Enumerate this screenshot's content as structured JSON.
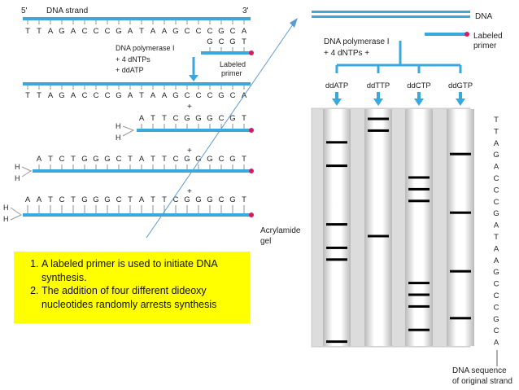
{
  "template": {
    "strand_label": "DNA strand",
    "five_prime": "5'",
    "three_prime": "3'",
    "template_seq": [
      "T",
      "T",
      "A",
      "G",
      "A",
      "C",
      "C",
      "C",
      "G",
      "A",
      "T",
      "A",
      "A",
      "G",
      "C",
      "C",
      "C",
      "G",
      "C",
      "A"
    ],
    "primer_seq": [
      "G",
      "C",
      "G",
      "T"
    ],
    "reagents": [
      "DNA polymerase I",
      "+ 4 dNTPs",
      "+ ddATP"
    ],
    "labeled_primer": [
      "Labeled",
      "primer"
    ],
    "plus": "+",
    "h_label": "H",
    "products": [
      [
        "A",
        "T",
        "T",
        "C",
        "G",
        "G",
        "G",
        "C",
        "G",
        "T"
      ],
      [
        "A",
        "T",
        "C",
        "T",
        "G",
        "G",
        "G",
        "C",
        "T",
        "A",
        "T",
        "T",
        "C",
        "G",
        "G",
        "G",
        "C",
        "G",
        "T"
      ],
      [
        "A",
        "A",
        "T",
        "C",
        "T",
        "G",
        "G",
        "G",
        "C",
        "T",
        "A",
        "T",
        "T",
        "C",
        "G",
        "G",
        "G",
        "C",
        "G",
        "T"
      ]
    ]
  },
  "gel_panel": {
    "dna_label": "DNA",
    "labeled_primer": [
      "Labeled",
      "primer"
    ],
    "reagents": [
      "DNA polymerase I",
      "+ 4 dNTPs +"
    ],
    "lanes": [
      "ddATP",
      "ddTTP",
      "ddCTP",
      "ddGTP"
    ],
    "gel_label": [
      "Acrylamide",
      "gel"
    ],
    "sequence": [
      "T",
      "T",
      "A",
      "G",
      "A",
      "C",
      "C",
      "C",
      "G",
      "A",
      "T",
      "A",
      "A",
      "G",
      "C",
      "C",
      "C",
      "G",
      "C",
      "A"
    ],
    "sequence_caption": [
      "DNA sequence",
      "of original strand"
    ]
  },
  "chart_data": {
    "type": "gel",
    "lanes": [
      "ddATP",
      "ddTTP",
      "ddCTP",
      "ddGTP"
    ],
    "positions_read_top_to_bottom": [
      "T",
      "T",
      "A",
      "G",
      "A",
      "C",
      "C",
      "C",
      "G",
      "A",
      "T",
      "A",
      "A",
      "G",
      "C",
      "C",
      "C",
      "G",
      "C",
      "A"
    ],
    "band_rows": {
      "ddATP": [
        3,
        5,
        10,
        12,
        13,
        20
      ],
      "ddTTP": [
        1,
        2,
        11
      ],
      "ddCTP": [
        6,
        7,
        8,
        15,
        16,
        17,
        19
      ],
      "ddGTP": [
        4,
        9,
        14,
        18
      ]
    }
  },
  "notes": [
    "A labeled primer is used to initiate DNA synthesis.",
    "The addition of four different dideoxy nucleotides randomly arrests synthesis"
  ],
  "colors": {
    "strand_blue": "#3aa8dc",
    "label_pink": "#d81b60",
    "note_yellow": "#ffff00",
    "pointer_blue": "#5b9bd5"
  }
}
